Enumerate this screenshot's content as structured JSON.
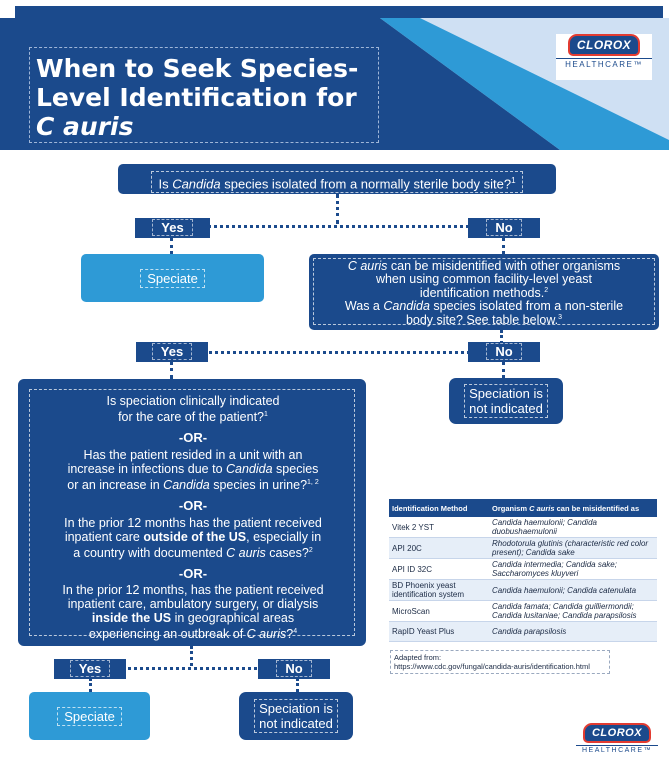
{
  "header": {
    "title_line1": "When to Seek Species-",
    "title_line2": "Level Identification for",
    "title_line3": "C auris"
  },
  "logo": {
    "brand": "CLOROX",
    "sub": "HEALTHCARE™"
  },
  "q1": {
    "pre": "Is ",
    "italic": "Candida",
    "post": " species isolated from a normally sterile body site?",
    "sup": "1"
  },
  "labels": {
    "yes": "Yes",
    "no": "No"
  },
  "speciate": "Speciate",
  "not_indicated_l1": "Speciation is",
  "not_indicated_l2": "not indicated",
  "q2": {
    "l1_italic": "C auris",
    "l1": " can be misidentified with other organisms",
    "l2": "when using common facility-level yeast",
    "l3": "identification methods.",
    "l3_sup": "2",
    "l4_pre": "Was a ",
    "l4_italic": "Candida",
    "l4_post": " species isolated from a non-sterile",
    "l5": "body site? See table below.",
    "l5_sup": "3"
  },
  "q3": {
    "c1_l1": "Is speciation clinically indicated",
    "c1_l2": "for the care of the patient?",
    "c1_sup": "1",
    "or": "-OR-",
    "c2_l1": "Has the patient resided in a unit with an",
    "c2_l2_pre": "increase in infections due to ",
    "c2_l2_italic": "Candida",
    "c2_l2_post": " species",
    "c2_l3_pre": "or an increase in ",
    "c2_l3_italic": "Candida",
    "c2_l3_post": " species in urine?",
    "c2_sup": "1, 2",
    "c3_l1": "In the prior 12 months has the patient received",
    "c3_l2_pre": "inpatient care ",
    "c3_l2_bold": "outside of the US",
    "c3_l2_post": ", especially in",
    "c3_l3_pre": "a country with documented ",
    "c3_l3_italic": "C auris",
    "c3_l3_post": " cases?",
    "c3_sup": "2",
    "c4_l1": "In the prior 12 months, has the patient received",
    "c4_l2": "inpatient care, ambulatory surgery, or dialysis",
    "c4_l3_bold": "inside the US",
    "c4_l3_post": " in geographical areas",
    "c4_l4_pre": "experiencing an outbreak of ",
    "c4_l4_italic": "C auris",
    "c4_l4_post": "?",
    "c4_sup": "4"
  },
  "table": {
    "col1": "Identification Method",
    "col2_pre": "Organism ",
    "col2_italic": "C auris",
    "col2_post": " can be misidentified as",
    "rows": [
      {
        "method": "Vitek 2 YST",
        "organism": "Candida haemulonii; Candida duobushaemulonii"
      },
      {
        "method": "API 20C",
        "organism": "Rhodotorula glutinis (characteristic red color present); Candida sake"
      },
      {
        "method": "API ID 32C",
        "organism": "Candida intermedia; Candida sake; Saccharomyces kluyveri"
      },
      {
        "method": "BD Phoenix yeast identification system",
        "organism": "Candida haemulonii; Candida catenulata"
      },
      {
        "method": "MicroScan",
        "organism": "Candida famata; Candida guilliermondii; Candida lusitaniae; Candida parapsilosis"
      },
      {
        "method": "RapID Yeast Plus",
        "organism": "Candida parapsilosis"
      }
    ]
  },
  "source": {
    "l1": "Adapted from:",
    "l2": "https://www.cdc.gov/fungal/candida-auris/identification.html"
  },
  "colors": {
    "navy": "#1b4a8c",
    "sky": "#2e9ad6",
    "header_light": "#cfe0f3"
  }
}
